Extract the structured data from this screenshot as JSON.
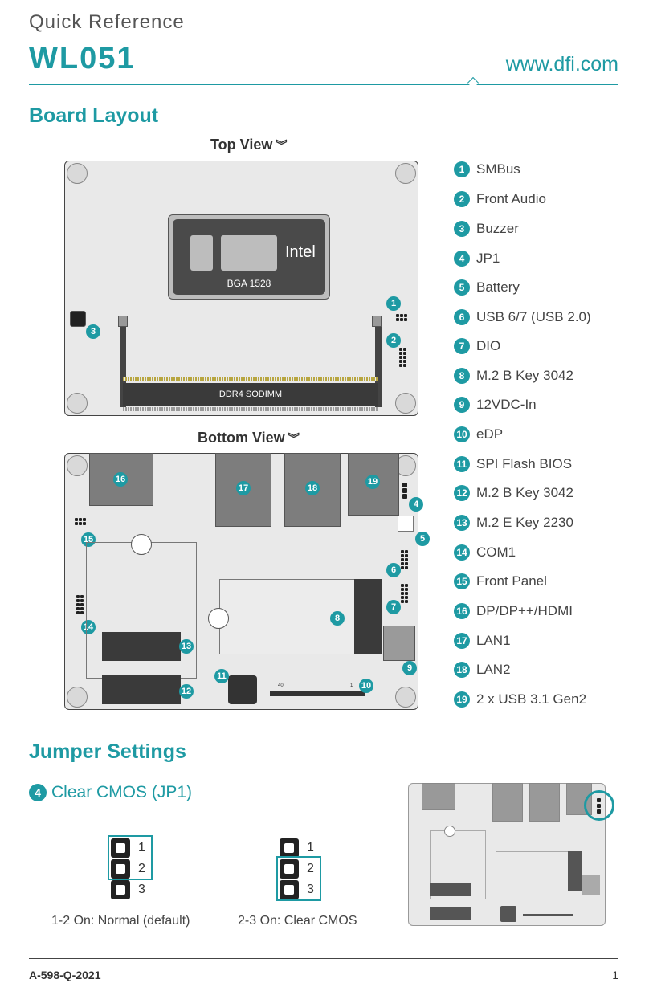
{
  "header": {
    "subtitle": "Quick Reference",
    "title": "WL051",
    "url": "www.dfi.com"
  },
  "board_layout": {
    "title": "Board Layout",
    "top_view": {
      "title": "Top View",
      "cpu_brand": "Intel",
      "cpu_package": "BGA 1528",
      "memory_label": "DDR4 SODIMM"
    },
    "bottom_view": {
      "title": "Bottom View",
      "edp_pin_left": "40",
      "edp_pin_right": "1"
    }
  },
  "legend": [
    {
      "num": "1",
      "label": "SMBus"
    },
    {
      "num": "2",
      "label": "Front Audio"
    },
    {
      "num": "3",
      "label": "Buzzer"
    },
    {
      "num": "4",
      "label": "JP1"
    },
    {
      "num": "5",
      "label": "Battery"
    },
    {
      "num": "6",
      "label": "USB 6/7 (USB 2.0)"
    },
    {
      "num": "7",
      "label": "DIO"
    },
    {
      "num": "8",
      "label": "M.2 B Key 3042"
    },
    {
      "num": "9",
      "label": "12VDC-In"
    },
    {
      "num": "10",
      "label": "eDP"
    },
    {
      "num": "11",
      "label": "SPI Flash BIOS"
    },
    {
      "num": "12",
      "label": "M.2 B Key 3042"
    },
    {
      "num": "13",
      "label": "M.2 E Key 2230"
    },
    {
      "num": "14",
      "label": "COM1"
    },
    {
      "num": "15",
      "label": "Front Panel"
    },
    {
      "num": "16",
      "label": "DP/DP++/HDMI"
    },
    {
      "num": "17",
      "label": "LAN1"
    },
    {
      "num": "18",
      "label": "LAN2"
    },
    {
      "num": "19",
      "label": "2 x USB 3.1 Gen2"
    }
  ],
  "jumper_settings": {
    "title": "Jumper Settings",
    "item_num": "4",
    "item_title": "Clear CMOS (JP1)",
    "pin_labels": [
      "1",
      "2",
      "3"
    ],
    "option_a": "1-2 On: Normal (default)",
    "option_b": "2-3 On: Clear CMOS"
  },
  "footer": {
    "doc_code": "A-598-Q-2021",
    "page": "1"
  },
  "colors": {
    "accent": "#1e9aa3",
    "board": "#e9e9e9",
    "component": "#7d7d7d"
  }
}
